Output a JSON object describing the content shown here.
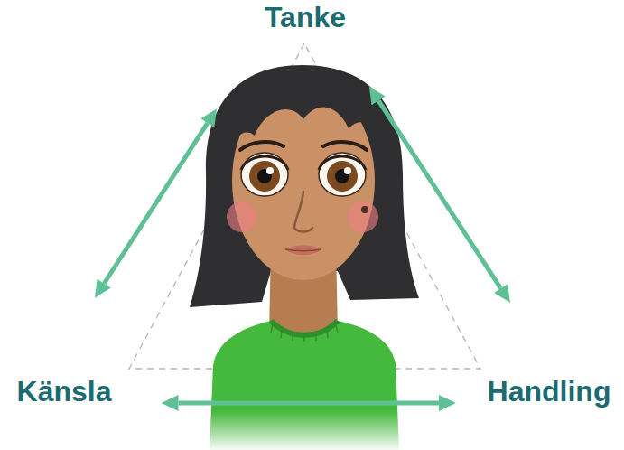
{
  "diagram": {
    "nodes": [
      {
        "text": [
          "Tanke"
        ]
      },
      {
        "text": [
          "Känsla"
        ]
      },
      {
        "text": [
          "Handling"
        ]
      }
    ],
    "edges": [
      {
        "from": 0,
        "to": 1,
        "arrow": "both"
      },
      {
        "from": 0,
        "to": 2,
        "arrow": "both"
      },
      {
        "from": 1,
        "to": 2,
        "arrow": "both"
      }
    ]
  }
}
